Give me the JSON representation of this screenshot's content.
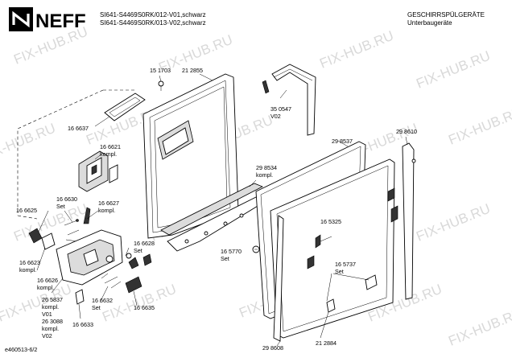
{
  "header": {
    "model_line_1": "SI641-S4469S0RK/012-V01,schwarz",
    "model_line_2": "SI641-S4469S0RK/013-V02,schwarz",
    "category": "GESCHIRRSPÜLGERÄTE",
    "subcategory": "Unterbaugeräte"
  },
  "logo": {
    "brand": "NEFF"
  },
  "watermark": {
    "text": "FIX-HUB.RU"
  },
  "footer": {
    "drawing_id": "e460513-6/2"
  },
  "parts": {
    "p151703": "15 1703",
    "p212855": "21 2855",
    "p350547": "35 0547",
    "p350547_var": "V02",
    "p166637": "16 6637",
    "p166621": "16 6621",
    "p166621_note": "kompl.",
    "p298534": "29 8534",
    "p298534_note": "kompl.",
    "p298537": "29 8537",
    "p298610": "29 8610",
    "p166630": "16 6630",
    "p166630_note": "Set",
    "p166627": "16 6627",
    "p166627_note": "kompl.",
    "p166625": "16 6625",
    "p166628": "16 6628",
    "p166628_note": "Set",
    "p165325": "16 5325",
    "p165770": "16 5770",
    "p165770_note": "Set",
    "p165737": "16 5737",
    "p165737_note": "Set",
    "p166623": "16 6623",
    "p166623_note": "kompl.",
    "p166626": "16 6626",
    "p166626_note": "kompl.",
    "p265837": "26 5837",
    "p265837_note": "kompl.",
    "p265837_var": "V01",
    "p263088": "26 3088",
    "p263088_note": "kompl.",
    "p263088_var": "V02",
    "p166632": "16 6632",
    "p166632_note": "Set",
    "p166635": "16 6635",
    "p166633": "16 6633",
    "p298608": "29 8608",
    "p212884": "21 2884"
  }
}
